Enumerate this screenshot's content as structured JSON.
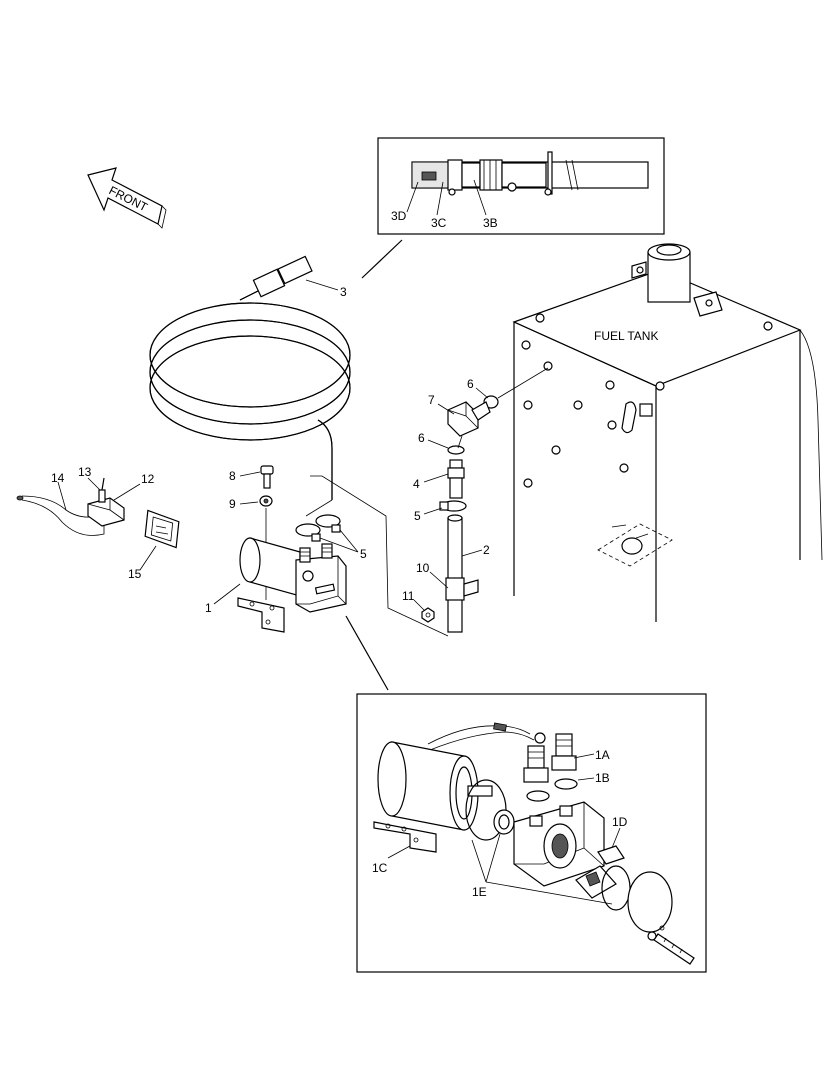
{
  "front_arrow": {
    "label": "FRONT"
  },
  "tank": {
    "label": "FUEL TANK"
  },
  "callouts": {
    "c1": "1",
    "c1A": "1A",
    "c1B": "1B",
    "c1C": "1C",
    "c1D": "1D",
    "c1E": "1E",
    "c2": "2",
    "c3": "3",
    "c3B": "3B",
    "c3C": "3C",
    "c3D": "3D",
    "c4": "4",
    "c5a": "5",
    "c5b": "5",
    "c6a": "6",
    "c6b": "6",
    "c7": "7",
    "c8": "8",
    "c9": "9",
    "c10": "10",
    "c11": "11",
    "c12": "12",
    "c13": "13",
    "c14": "14",
    "c15": "15"
  },
  "colors": {
    "line": "#000000",
    "background": "#ffffff",
    "fill_light": "#e6e6e6"
  }
}
